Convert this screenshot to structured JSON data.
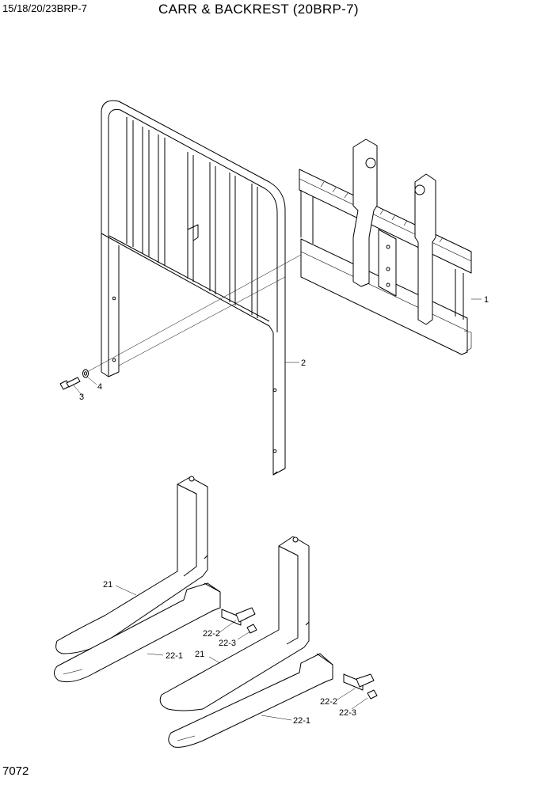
{
  "header": {
    "model": "15/18/20/23BRP-7",
    "title": "CARR & BACKREST (20BRP-7)"
  },
  "footer": {
    "page_number": "7072"
  },
  "callouts": {
    "c1": "1",
    "c2": "2",
    "c3": "3",
    "c4": "4",
    "c21a": "21",
    "c21b": "21",
    "c22_1a": "22-1",
    "c22_1b": "22-1",
    "c22_2a": "22-2",
    "c22_2b": "22-2",
    "c22_3a": "22-3",
    "c22_3b": "22-3"
  }
}
